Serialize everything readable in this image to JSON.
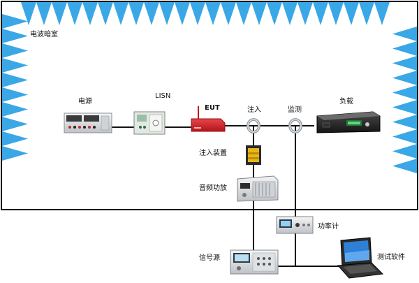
{
  "chamber": {
    "label": "电波暗室"
  },
  "devices": {
    "power_supply": {
      "label": "电源"
    },
    "lisn": {
      "label": "LISN"
    },
    "eut": {
      "label": "EUT"
    },
    "injection_clamp": {
      "label": "注入"
    },
    "monitor_clamp": {
      "label": "监测"
    },
    "load": {
      "label": "负载"
    },
    "injection_device": {
      "label": "注入装置"
    },
    "audio_amplifier": {
      "label": "音频功放"
    },
    "power_meter": {
      "label": "功率计"
    },
    "signal_generator": {
      "label": "信号源"
    },
    "test_software": {
      "label": "测试软件"
    }
  },
  "colors": {
    "absorber": "#3aa7e6",
    "eut_body": "#d9232a",
    "cable": "#111111",
    "chamber_border": "#111111"
  }
}
